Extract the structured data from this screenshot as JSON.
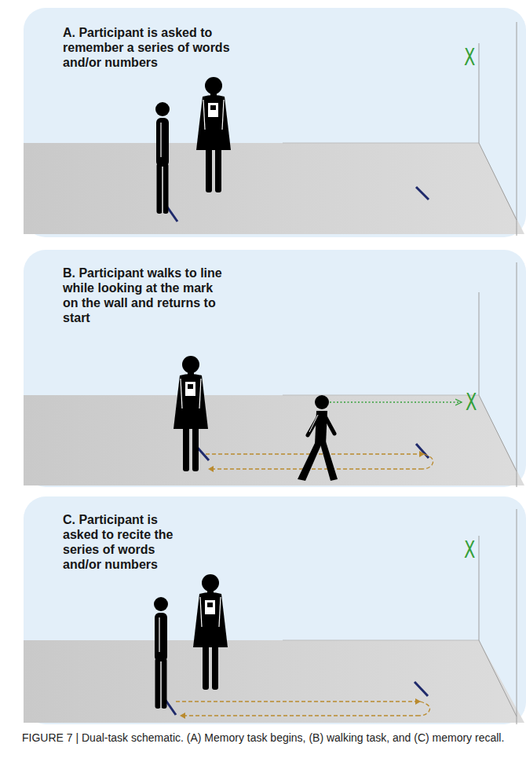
{
  "diagram": {
    "caption": "FIGURE 7 | Dual-task schematic. (A) Memory task begins, (B) walking task, and (C) memory recall.",
    "nodes": [
      {
        "text": [
          "A. Participant is asked to remember a series of words and/or numbers"
        ]
      },
      {
        "text": [
          "B. Participant walks to line while looking at the mark on the wall and returns to start"
        ]
      },
      {
        "text": [
          "C. Participant is asked to recite the series of words and/or numbers"
        ]
      }
    ],
    "labels": [
      "X",
      "X",
      "X"
    ]
  }
}
